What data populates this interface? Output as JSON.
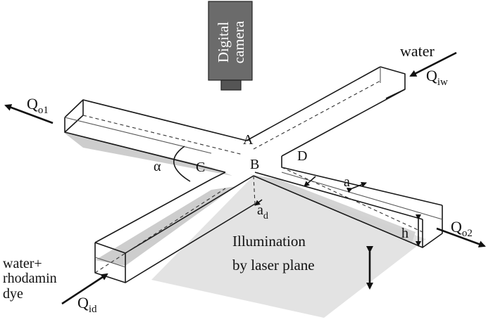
{
  "camera": {
    "line1": "Digital",
    "line2": "camera"
  },
  "points": {
    "A": "A",
    "B": "B",
    "C": "C",
    "D": "D"
  },
  "angle": "α",
  "flows": {
    "water_label": "water",
    "q_iw_main": "Q",
    "q_iw_sub": "iw",
    "q_o1_main": "Q",
    "q_o1_sub": "o1",
    "q_o2_main": "Q",
    "q_o2_sub": "o2",
    "q_id_main": "Q",
    "q_id_sub": "id"
  },
  "dye_label": {
    "line1": "water+",
    "line2": "rhodamin",
    "line3": "dye"
  },
  "dims": {
    "a": "a",
    "ad_main": "a",
    "ad_sub": "d",
    "h": "h"
  },
  "illumination": {
    "line1": "Illumination",
    "line2": "by laser plane"
  },
  "colors": {
    "camera": "#6b6b6b",
    "laser_plane": "#e3e3e3",
    "dye": "#c8c8c8"
  }
}
